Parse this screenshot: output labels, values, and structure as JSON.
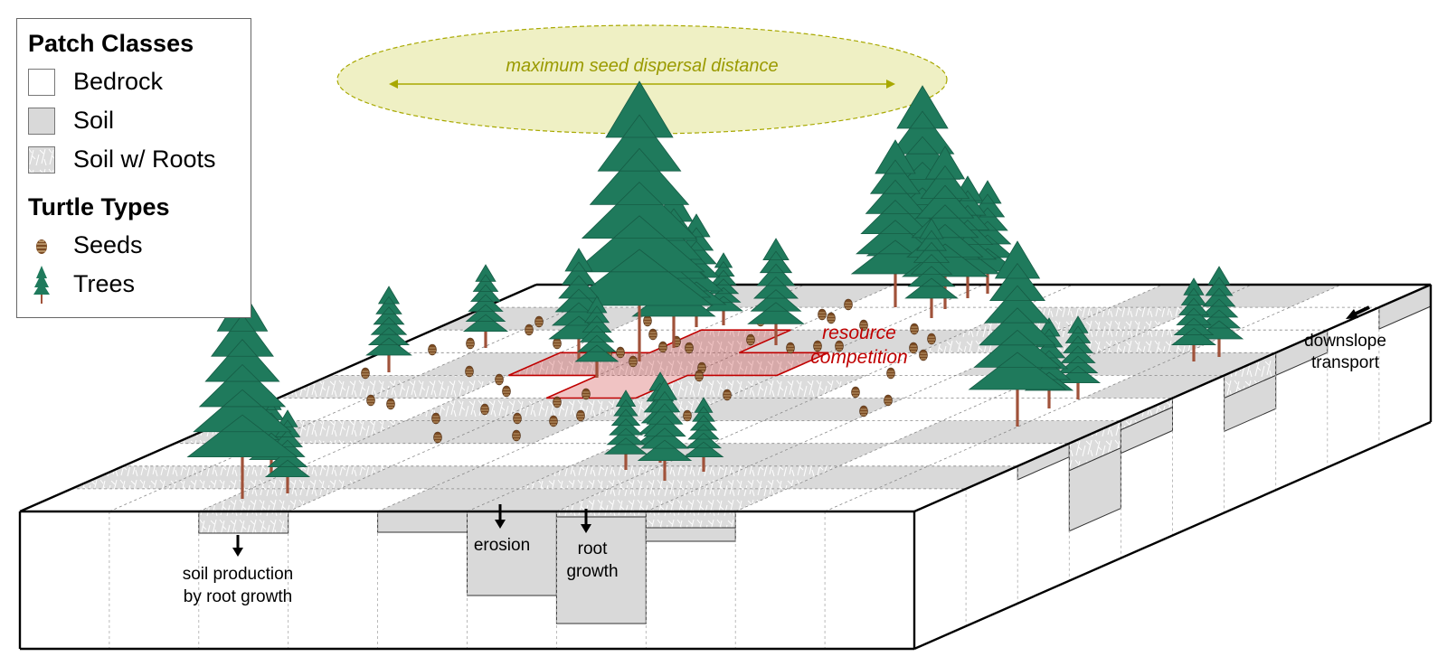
{
  "legend": {
    "patch_title": "Patch Classes",
    "patch_classes": [
      {
        "label": "Bedrock",
        "fill": "#ffffff"
      },
      {
        "label": "Soil",
        "fill": "#d9d9d9"
      },
      {
        "label": "Soil w/ Roots",
        "fill": "roots-hatch"
      }
    ],
    "turtle_title": "Turtle Types",
    "turtle_types": [
      {
        "label": "Seeds",
        "icon": "pinecone-icon"
      },
      {
        "label": "Trees",
        "icon": "conifer-tree-icon"
      }
    ]
  },
  "annotations": {
    "dispersal": "maximum seed dispersal distance",
    "competition_line1": "resource",
    "competition_line2": "competition",
    "downslope_line1": "downslope",
    "downslope_line2": "transport",
    "erosion": "erosion",
    "root_growth_line1": "root",
    "root_growth_line2": "growth",
    "soil_production_line1": "soil production",
    "soil_production_line2": "by root growth"
  },
  "patch_grid": [
    [
      0,
      0,
      2,
      0,
      1,
      1,
      2,
      2,
      0,
      0
    ],
    [
      2,
      2,
      2,
      1,
      1,
      2,
      2,
      2,
      1,
      1
    ],
    [
      0,
      0,
      0,
      0,
      0,
      1,
      1,
      1,
      0,
      0
    ],
    [
      2,
      2,
      1,
      1,
      0,
      0,
      0,
      0,
      1,
      1
    ],
    [
      0,
      0,
      2,
      2,
      2,
      1,
      1,
      0,
      0,
      0
    ],
    [
      2,
      2,
      0,
      0,
      2,
      2,
      0,
      0,
      0,
      1
    ],
    [
      0,
      1,
      2,
      2,
      2,
      0,
      0,
      1,
      1,
      1
    ],
    [
      0,
      0,
      0,
      2,
      1,
      1,
      2,
      2,
      2,
      0
    ],
    [
      1,
      1,
      0,
      0,
      0,
      0,
      2,
      2,
      0,
      0
    ],
    [
      0,
      0,
      1,
      1,
      0,
      0,
      0,
      1,
      1,
      0
    ]
  ],
  "colors": {
    "soil": "#d9d9d9",
    "bedrock": "#ffffff",
    "foliage": "#1f7a5c",
    "foliage_dark": "#165c45",
    "trunk": "#a0523a",
    "seed": "#7a4a22",
    "competition": "#c00000",
    "dispersal_fill": "#eff0c4",
    "dispersal_stroke": "#a8a800"
  }
}
